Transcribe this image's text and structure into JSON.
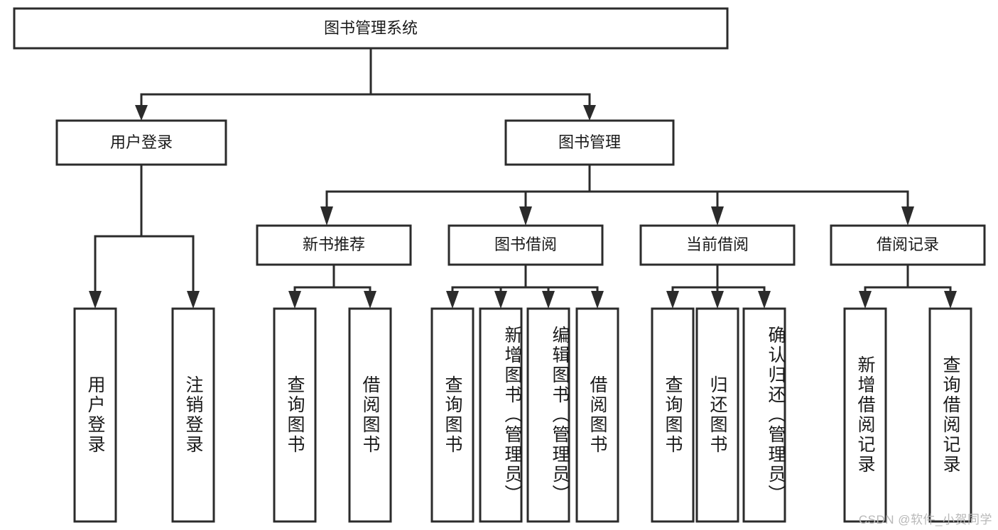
{
  "diagram": {
    "type": "hierarchy-tree",
    "title": "图书管理系统",
    "orientation": "top-down",
    "colors": {
      "box_stroke": "#2b2b2b",
      "box_fill": "#ffffff",
      "connector": "#2b2b2b",
      "text": "#1a1a1a",
      "watermark": "#b8b8b8",
      "background": "#ffffff"
    },
    "root": {
      "label": "图书管理系统"
    },
    "level2": [
      {
        "label": "用户登录"
      },
      {
        "label": "图书管理"
      }
    ],
    "level3": [
      {
        "label": "新书推荐"
      },
      {
        "label": "图书借阅"
      },
      {
        "label": "当前借阅"
      },
      {
        "label": "借阅记录"
      }
    ],
    "leaves": {
      "user_login": [
        {
          "label": "用户登录"
        },
        {
          "label": "注销登录"
        }
      ],
      "new_book_recommend": [
        {
          "label": "查询图书"
        },
        {
          "label": "借阅图书"
        }
      ],
      "book_borrow": [
        {
          "label": "查询图书"
        },
        {
          "label": "新增图书（管理员）"
        },
        {
          "label": "编辑图书（管理员）"
        },
        {
          "label": "借阅图书"
        }
      ],
      "current_borrow": [
        {
          "label": "查询图书"
        },
        {
          "label": "归还图书"
        },
        {
          "label": "确认归还（管理员）"
        }
      ],
      "borrow_record": [
        {
          "label": "新增借阅记录"
        },
        {
          "label": "查询借阅记录"
        }
      ]
    },
    "watermark": "CSDN @软件_小贺同学"
  }
}
